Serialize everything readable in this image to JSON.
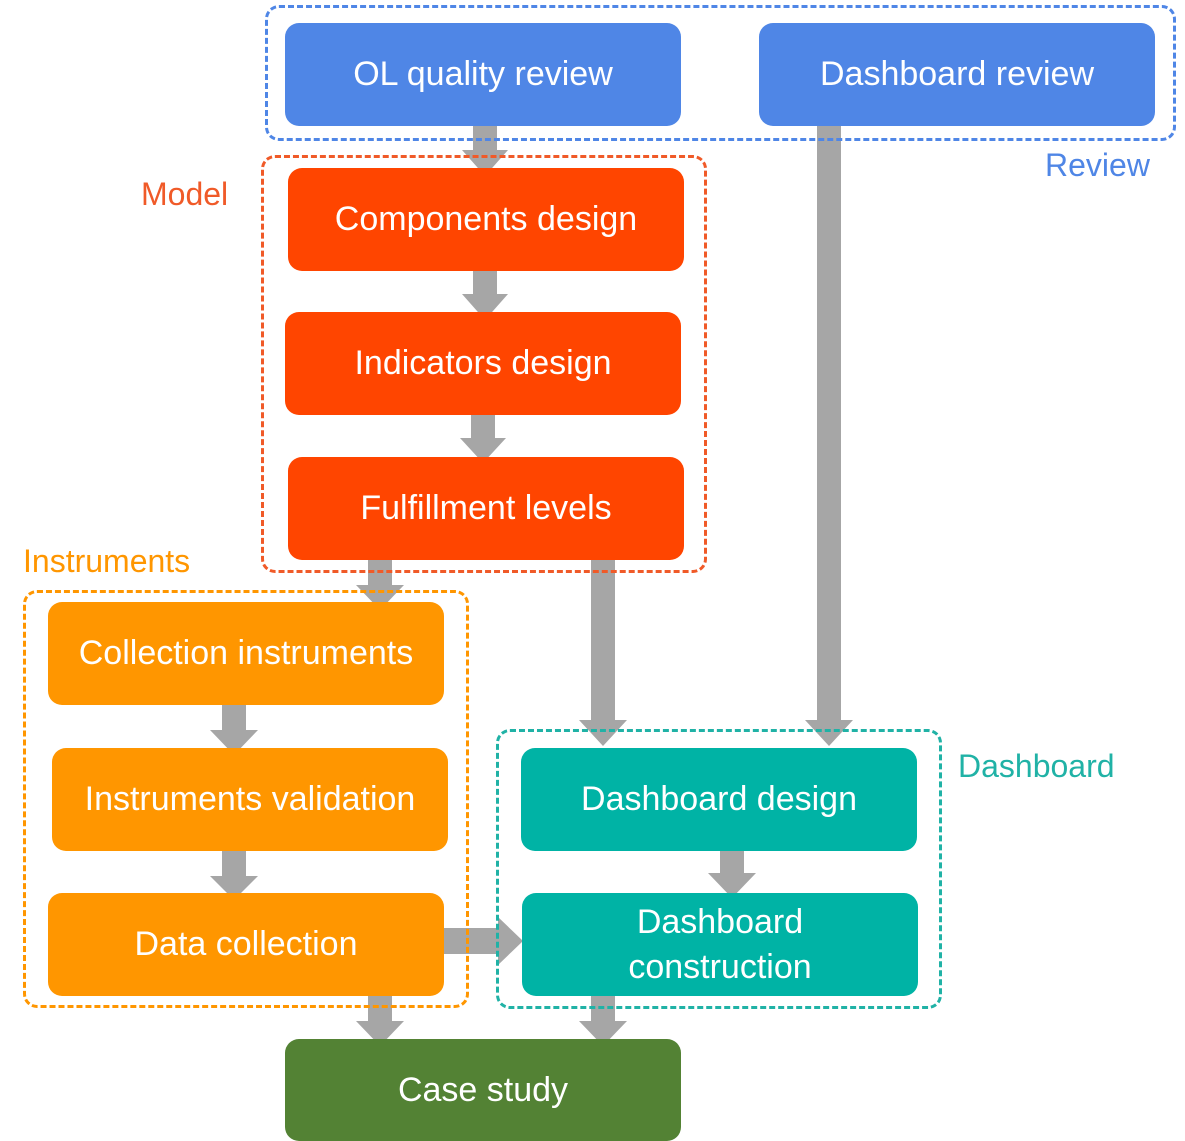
{
  "colors": {
    "review": "#4f86e6",
    "model": "#ff4500",
    "instruments": "#ff9600",
    "dashboard": "#00b3a5",
    "case_study": "#538234",
    "arrow": "#a6a6a6"
  },
  "groups": {
    "review": "Review",
    "model": "Model",
    "instruments": "Instruments",
    "dashboard": "Dashboard"
  },
  "nodes": {
    "ol_quality_review": "OL quality review",
    "dashboard_review": "Dashboard review",
    "components_design": "Components design",
    "indicators_design": "Indicators design",
    "fulfillment_levels": "Fulfillment levels",
    "collection_instruments": "Collection instruments",
    "instruments_validation": "Instruments validation",
    "data_collection": "Data collection",
    "dashboard_design": "Dashboard design",
    "dashboard_construction": "Dashboard\nconstruction",
    "case_study": "Case study"
  }
}
